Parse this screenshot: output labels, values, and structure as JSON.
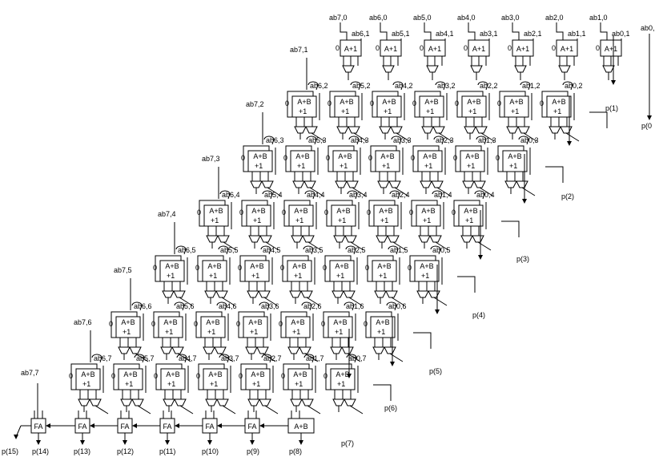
{
  "top_inputs": [
    "ab7,0",
    "ab6,0",
    "ab5,0",
    "ab4,0",
    "ab3,0",
    "ab2,0",
    "ab1,0",
    "ab0,"
  ],
  "first_row_side_inputs": [
    "ab6,1",
    "ab5,1",
    "ab4,1",
    "ab3,1",
    "ab2,1",
    "ab1,1",
    "ab0,1"
  ],
  "row_inputs": [
    {
      "left": "ab7,1",
      "items": [
        "ab6,2",
        "ab5,2",
        "ab4,2",
        "ab3,2",
        "ab2,2",
        "ab1,2",
        "ab0,2"
      ]
    },
    {
      "left": "ab7,2",
      "items": [
        "ab6,3",
        "ab5,3",
        "ab4,3",
        "ab3,3",
        "ab2,3",
        "ab1,3",
        "ab0,3"
      ]
    },
    {
      "left": "ab7,3",
      "items": [
        "ab6,4",
        "ab5,4",
        "ab4,4",
        "ab3,4",
        "ab2,4",
        "ab1,4",
        "ab0,4"
      ]
    },
    {
      "left": "ab7,4",
      "items": [
        "ab6,5",
        "ab5,5",
        "ab4,5",
        "ab3,5",
        "ab2,5",
        "ab1,5",
        "ab0,5"
      ]
    },
    {
      "left": "ab7,5",
      "items": [
        "ab6,6",
        "ab5,6",
        "ab4,6",
        "ab3,6",
        "ab2,6",
        "ab1,6",
        "ab0,6"
      ]
    },
    {
      "left": "ab7,6",
      "items": [
        "ab6,7",
        "ab5,7",
        "ab4,7",
        "ab3,7",
        "ab2,7",
        "ab1,7",
        "ab0,7"
      ]
    }
  ],
  "last_left_input": "ab7,7",
  "cell_labels": {
    "inc": "A+1",
    "add": "A+B",
    "carry": "+1",
    "zero": "0"
  },
  "outputs_right": [
    "p(0",
    "p(1)",
    "p(2)",
    "p(3)",
    "p(4)",
    "p(5)",
    "p(6)",
    "p(7)"
  ],
  "bottom_blocks": [
    "FA",
    "FA",
    "FA",
    "FA",
    "FA",
    "FA",
    "A+B"
  ],
  "outputs_bottom": [
    "p(15)",
    "p(14)",
    "p(13)",
    "p(12)",
    "p(11)",
    "p(10)",
    "p(9)",
    "p(8)"
  ]
}
